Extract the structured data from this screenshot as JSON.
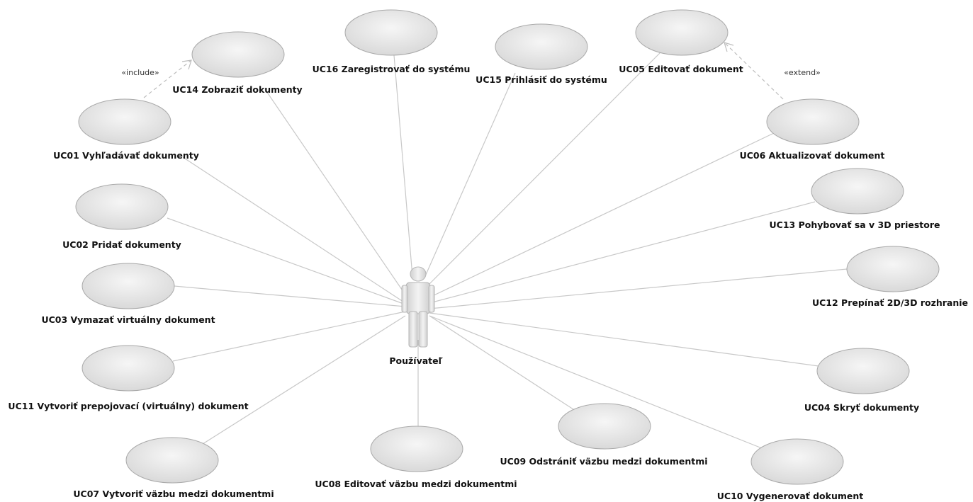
{
  "actor": {
    "name": "Používateľ",
    "icon": "actor-icon"
  },
  "use_cases": [
    {
      "id": "uc01",
      "label": "UC01 Vyhľadávať dokumenty"
    },
    {
      "id": "uc02",
      "label": "UC02 Pridať dokumenty"
    },
    {
      "id": "uc03",
      "label": "UC03 Vymazať virtuálny dokument"
    },
    {
      "id": "uc04",
      "label": "UC04 Skryť dokumenty"
    },
    {
      "id": "uc05",
      "label": "UC05 Editovať dokument"
    },
    {
      "id": "uc06",
      "label": "UC06 Aktualizovať dokument"
    },
    {
      "id": "uc07",
      "label": "UC07 Vytvoriť väzbu medzi dokumentmi"
    },
    {
      "id": "uc08",
      "label": "UC08 Editovať väzbu medzi dokumentmi"
    },
    {
      "id": "uc09",
      "label": "UC09 Odstrániť väzbu medzi dokumentmi"
    },
    {
      "id": "uc10",
      "label": "UC10 Vygenerovať dokument"
    },
    {
      "id": "uc11",
      "label": "UC11 Vytvoriť prepojovací (virtuálny) dokument"
    },
    {
      "id": "uc12",
      "label": "UC12 Prepínať 2D/3D rozhranie"
    },
    {
      "id": "uc13",
      "label": "UC13 Pohybovať sa v 3D priestore"
    },
    {
      "id": "uc14",
      "label": "UC14 Zobraziť dokumenty"
    },
    {
      "id": "uc15",
      "label": "UC15 Prihlásiť do systému"
    },
    {
      "id": "uc16",
      "label": "UC16 Zaregistrovať do systému"
    }
  ],
  "relations": [
    {
      "from": "uc01",
      "to": "uc14",
      "stereotype": "«include»"
    },
    {
      "from": "uc06",
      "to": "uc05",
      "stereotype": "«extend»"
    }
  ],
  "colors": {
    "ellipse_light": "#f4f4f4",
    "ellipse_dark": "#dcdcdc",
    "ellipse_stroke": "#a9a9a9",
    "line": "#c8c8c8"
  }
}
